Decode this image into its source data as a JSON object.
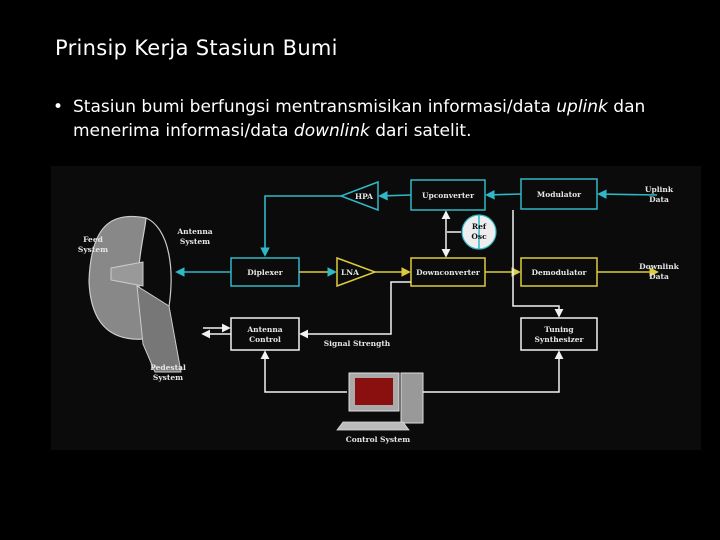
{
  "slide": {
    "title": "Prinsip Kerja Stasiun Bumi",
    "bullet": {
      "marker": "•",
      "text_1": "Stasiun bumi berfungsi mentransmisikan informasi/data ",
      "em_1": "uplink",
      "text_2": " dan menerima informasi/data ",
      "em_2": "downlink",
      "text_3": " dari satelit."
    }
  },
  "diagram": {
    "colors": {
      "teal": "#2fb8c8",
      "yellow": "#dccc3c",
      "white": "#f2f2f2",
      "background": "#0b0b0b"
    },
    "labels": {
      "feed_1": "Feed",
      "feed_2": "System",
      "antenna_1": "Antenna",
      "antenna_2": "System",
      "pedestal_1": "Pedestal",
      "pedestal_2": "System",
      "hpa": "HPA",
      "upconverter": "Upconverter",
      "modulator": "Modulator",
      "uplink_1": "Uplink",
      "uplink_2": "Data",
      "ref_1": "Ref",
      "ref_2": "Osc",
      "diplexer": "Diplexer",
      "lna": "LNA",
      "downconverter": "Downconverter",
      "demodulator": "Demodulator",
      "downlink_1": "Downlink",
      "downlink_2": "Data",
      "antenna_control_1": "Antenna",
      "antenna_control_2": "Control",
      "signal_strength": "Signal Strength",
      "tuning_1": "Tuning",
      "tuning_2": "Synthesizer",
      "control_system": "Control System"
    }
  }
}
